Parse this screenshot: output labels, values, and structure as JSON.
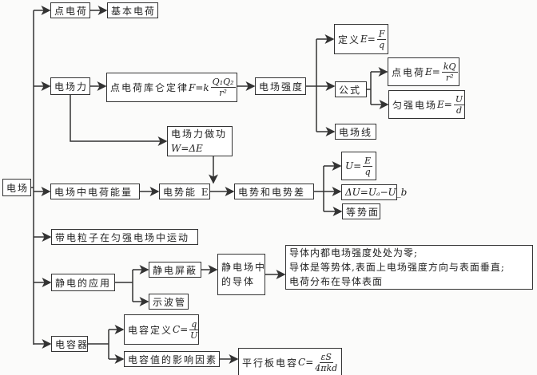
{
  "root": "电场",
  "point_charge": "点电荷",
  "elementary_charge": "基本电荷",
  "force": "电场力",
  "coulomb": {
    "label": "点电荷库仑定律",
    "lhs": "F=k",
    "num": "Q₁Q₂",
    "den": "r²"
  },
  "field_strength": "电场强度",
  "definition": {
    "label": "定义",
    "lhs": "E=",
    "num": "F",
    "den": "q"
  },
  "formula": "公式",
  "point_field": {
    "label": "点电荷",
    "lhs": "E=",
    "num": "kQ",
    "den": "r²"
  },
  "uniform_field": {
    "label": "匀强电场",
    "lhs": "E=",
    "num": "U",
    "den": "d"
  },
  "field_lines": "电场线",
  "work": {
    "label": "电场力做功",
    "eq": "W=ΔE"
  },
  "energy": "电场中电荷能量",
  "potential_energy": "电势能 E",
  "potential": "电势和电势差",
  "u_def": {
    "lhs": "U=",
    "num": "E",
    "den": "q"
  },
  "delta_u": "ΔU=Uₐ−U_b",
  "equipotential": "等势面",
  "particle_motion": "带电粒子在匀强电场中运动",
  "applications": "静电的应用",
  "shielding": "静电屏蔽",
  "oscilloscope": "示波管",
  "conductor": [
    "静电场中",
    "的导体"
  ],
  "conductor_props": [
    "导体内都电场强度处处为零;",
    "导体是等势体,表面上电场强度方向与表面垂直;",
    "电荷分布在导体表面"
  ],
  "capacitor": "电容器",
  "cap_def": {
    "label": "电容定义",
    "lhs": "C=",
    "num": "q",
    "den": "U"
  },
  "cap_factors": "电容值的影响因素",
  "parallel_plate": {
    "label": "平行板电容",
    "lhs": "C=",
    "num": "εS",
    "den": "4πkd"
  }
}
